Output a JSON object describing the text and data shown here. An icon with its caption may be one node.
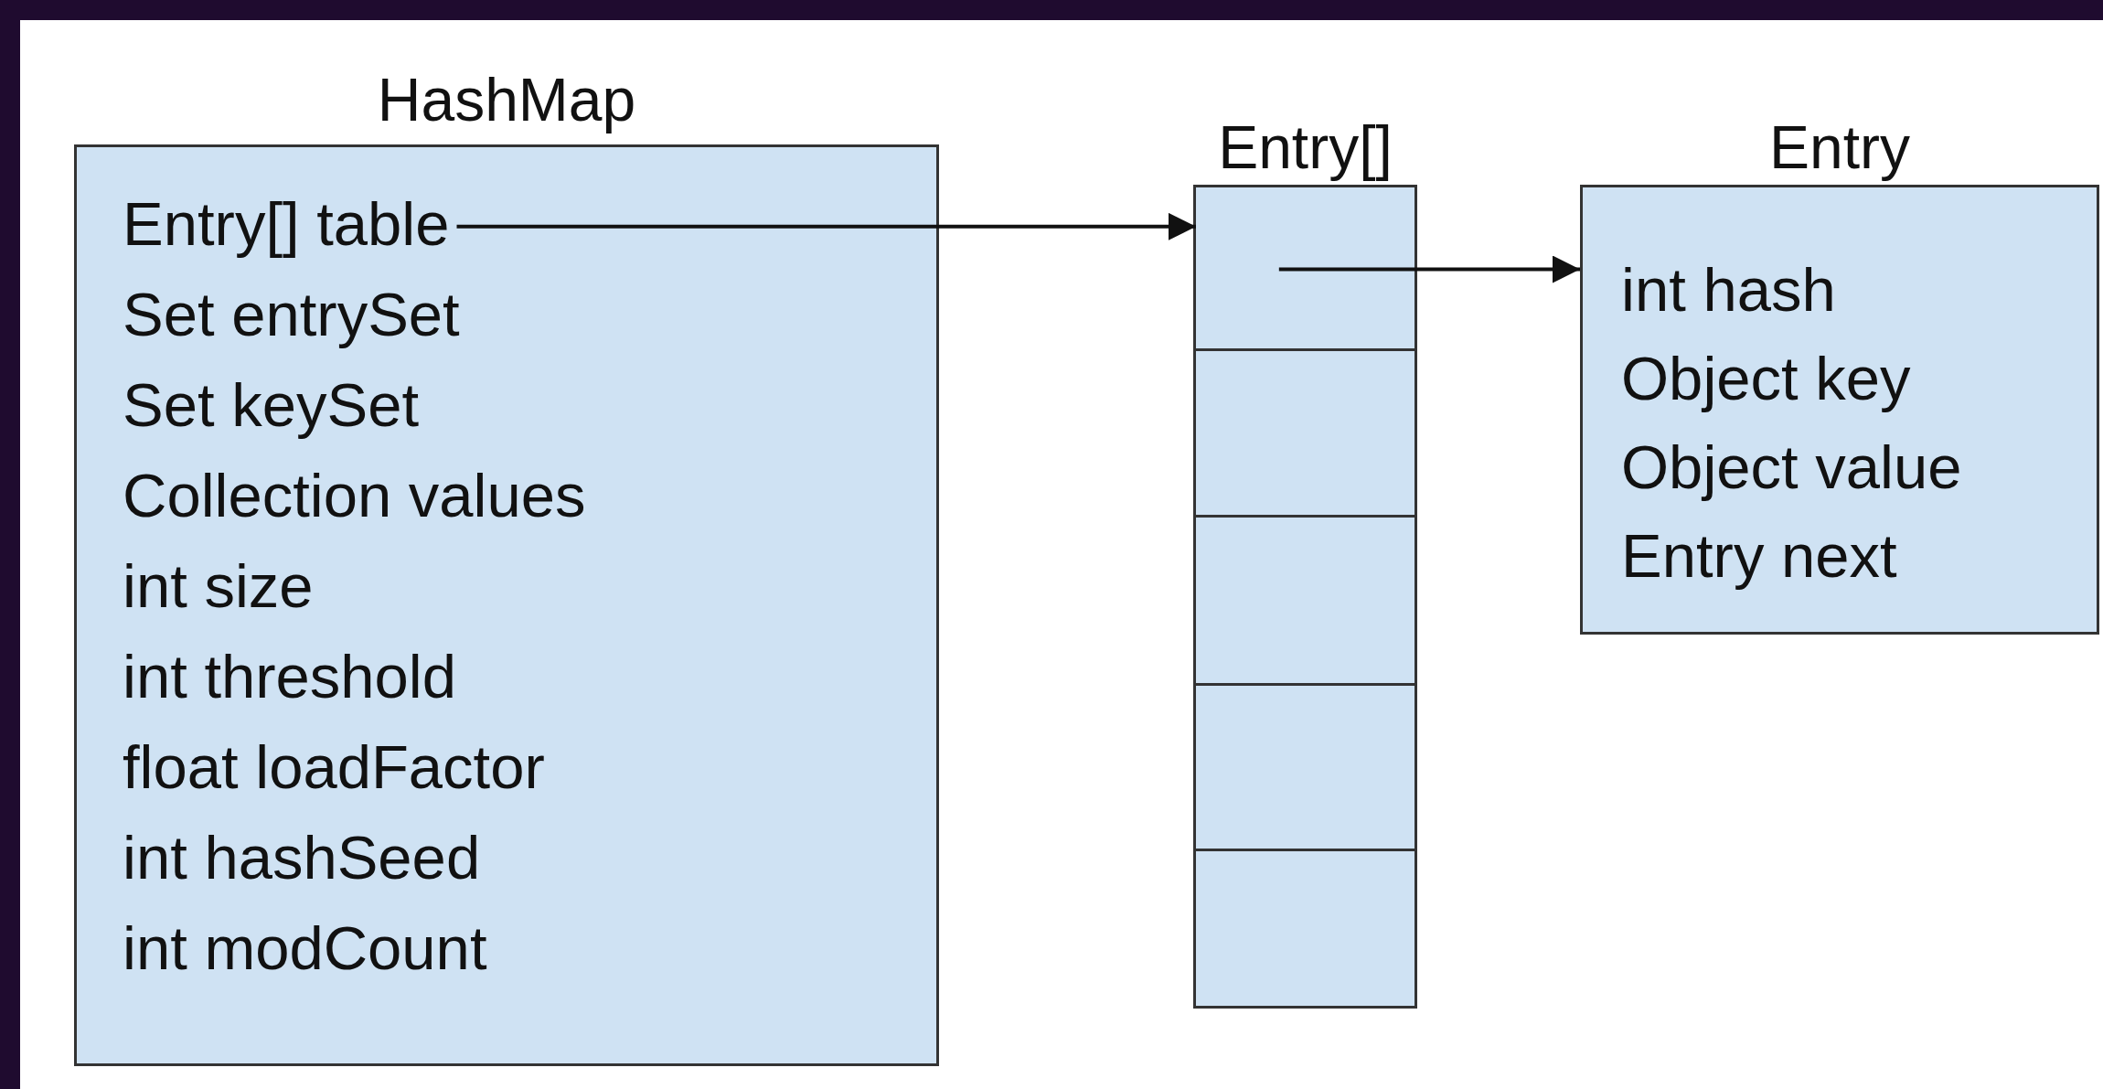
{
  "diagram": {
    "nodes": [
      {
        "text": [
          "HashMap"
        ]
      },
      {
        "text": [
          "Entry[] table"
        ],
        "in": 0
      },
      {
        "text": [
          "Set entrySet"
        ],
        "in": 0
      },
      {
        "text": [
          "Set keySet"
        ],
        "in": 0
      },
      {
        "text": [
          "Collection values"
        ],
        "in": 0
      },
      {
        "text": [
          "int size"
        ],
        "in": 0
      },
      {
        "text": [
          "int threshold"
        ],
        "in": 0
      },
      {
        "text": [
          "float loadFactor"
        ],
        "in": 0
      },
      {
        "text": [
          "int hashSeed"
        ],
        "in": 0
      },
      {
        "text": [
          "int modCount"
        ],
        "in": 0
      },
      {
        "text": [
          "Entry[]"
        ]
      },
      {
        "text": [],
        "shape": "box",
        "in": 10
      },
      {
        "text": [],
        "shape": "box",
        "in": 10
      },
      {
        "text": [],
        "shape": "box",
        "in": 10
      },
      {
        "text": [],
        "shape": "box",
        "in": 10
      },
      {
        "text": [],
        "shape": "box",
        "in": 10
      },
      {
        "text": [
          "Entry",
          "int hash",
          "Object key",
          "Object value",
          "Entry next"
        ]
      }
    ],
    "edges": [
      {
        "from": 1,
        "to": 11,
        "arrow": "to"
      },
      {
        "from": 11,
        "to": 16,
        "arrow": "to"
      }
    ]
  }
}
